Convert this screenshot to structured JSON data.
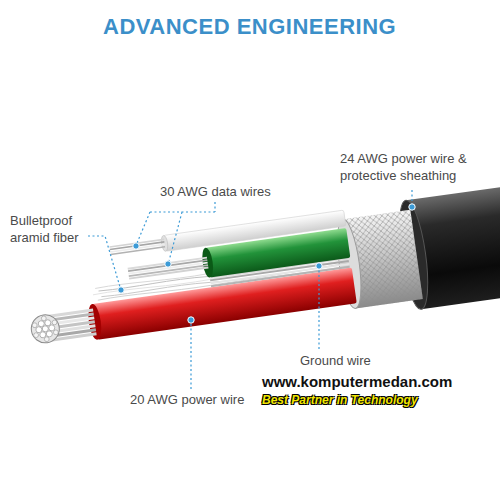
{
  "diagram": {
    "title": "ADVANCED ENGINEERING",
    "labels": [
      "24 AWG power wire & protective sheathing",
      "30 AWG data wires",
      "Bulletproof aramid fiber",
      "Ground wire",
      "20 AWG power wire",
      "www.komputermedan.com",
      "Best Partner in Technology"
    ]
  }
}
